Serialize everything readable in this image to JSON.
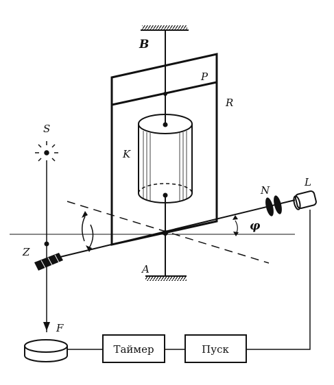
{
  "labels": {
    "B": "B",
    "P": "P",
    "R": "R",
    "K": "K",
    "S": "S",
    "N": "N",
    "L": "L",
    "phi": "φ",
    "Z": "Z",
    "A": "A",
    "F": "F"
  },
  "boxes": {
    "timer": "Таймер",
    "start": "Пуск"
  },
  "colors": {
    "ink": "#111111",
    "background": "#ffffff"
  }
}
